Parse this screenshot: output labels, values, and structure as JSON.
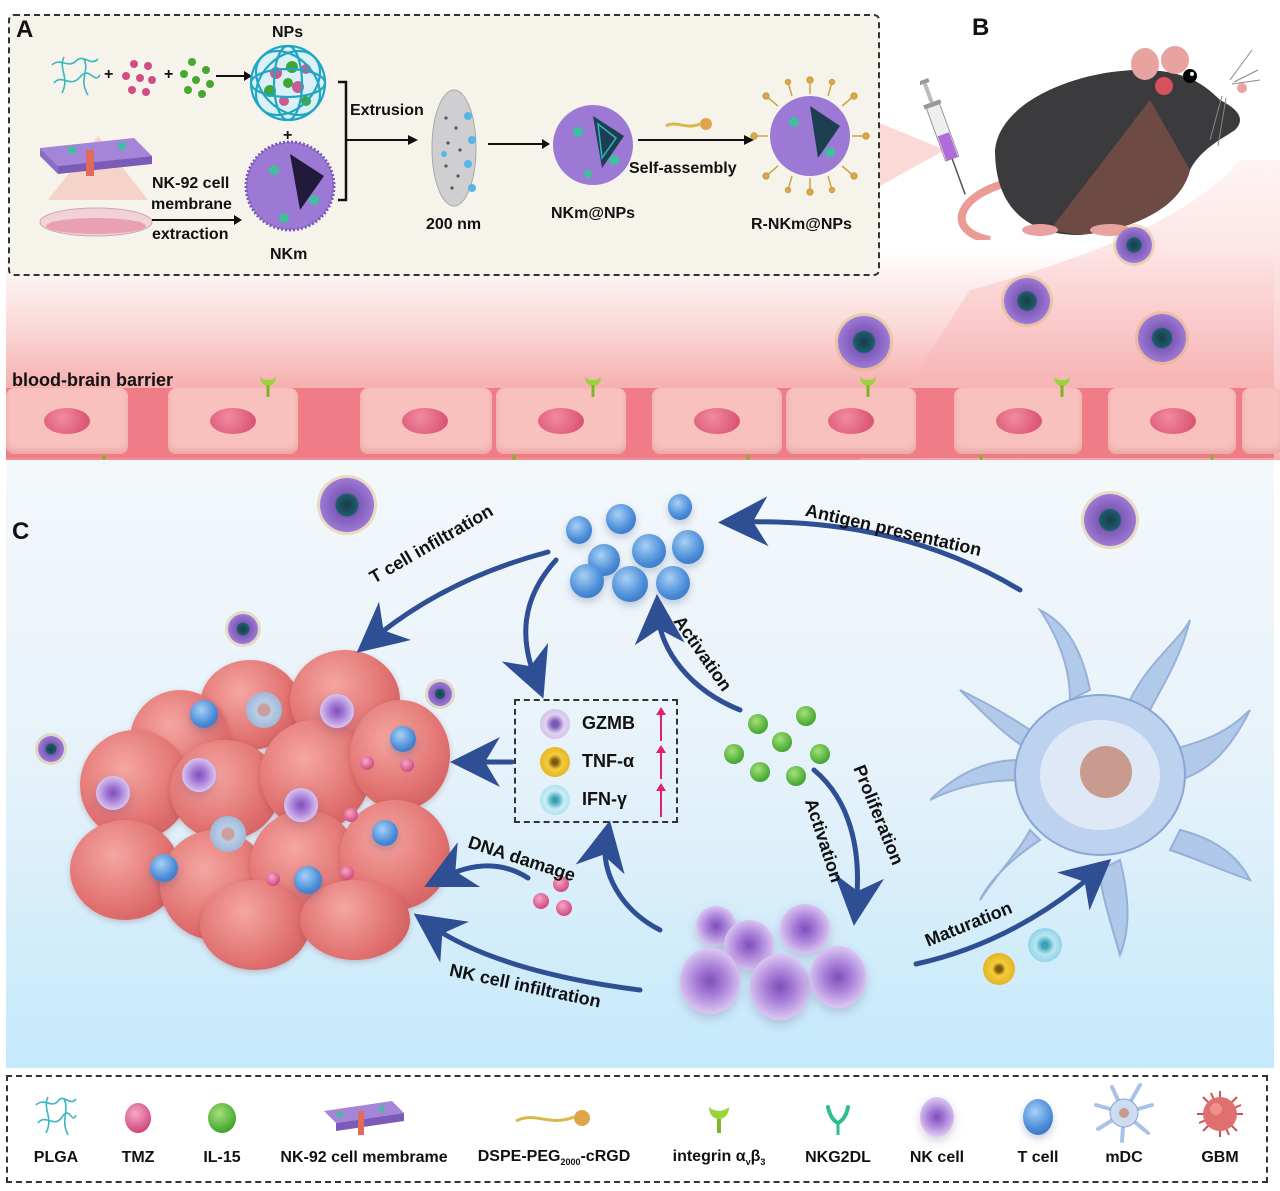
{
  "figure": {
    "panel_labels": {
      "a": "A",
      "b": "B",
      "c": "C"
    }
  },
  "panelA": {
    "nps_label": "NPs",
    "plus_1": "+",
    "plus_2": "+",
    "plus_3": "+",
    "membrane_caption_line1": "NK-92 cell",
    "membrane_caption_line2": "membrane",
    "membrane_caption_line3": "extraction",
    "nkm_label": "NKm",
    "extrusion_label": "Extrusion",
    "pore_size_label": "200 nm",
    "nkm_nps_label": "NKm@NPs",
    "self_assembly_label": "Self-assembly",
    "r_nkm_nps_label": "R-NKm@NPs"
  },
  "panelB": {
    "description": "mouse injected via tail vein"
  },
  "bbb": {
    "label": "blood-brain barrier"
  },
  "panelC": {
    "arrows": {
      "t_cell_infiltration": "T cell infiltration",
      "antigen_presentation": "Antigen presentation",
      "activation_upper": "Activation",
      "activation_lower": "Activation",
      "proliferation": "Proliferation",
      "dna_damage": "DNA damage",
      "nk_cell_infiltration": "NK cell infiltration",
      "maturation": "Maturation"
    },
    "cytokines": [
      {
        "name": "GZMB",
        "trend": "up",
        "color": "#c9b3e6"
      },
      {
        "name": "TNF-α",
        "trend": "up",
        "color": "#f1c232"
      },
      {
        "name": "IFN-γ",
        "trend": "up",
        "color": "#8fd3e6"
      }
    ]
  },
  "legend": {
    "items": [
      {
        "label": "PLGA",
        "icon": "plga-polymer-icon"
      },
      {
        "label": "TMZ",
        "icon": "tmz-sphere-icon"
      },
      {
        "label": "IL-15",
        "icon": "il15-sphere-icon"
      },
      {
        "label": "NK-92 cell membrame",
        "icon": "membrane-sheet-icon"
      },
      {
        "label": "DSPE-PEG",
        "sub": "2000",
        "label_suffix": "-cRGD",
        "icon": "dspe-peg-crgd-icon"
      },
      {
        "label": "integrin α",
        "sub": "v",
        "label_mid": "β",
        "sub2": "3",
        "icon": "integrin-icon"
      },
      {
        "label": "NKG2DL",
        "icon": "nkg2dl-icon"
      },
      {
        "label": "NK cell",
        "icon": "nk-cell-icon"
      },
      {
        "label": "T cell",
        "icon": "t-cell-icon"
      },
      {
        "label": "mDC",
        "icon": "mdc-icon"
      },
      {
        "label": "GBM",
        "icon": "gbm-cell-icon"
      }
    ]
  },
  "colors": {
    "arrow_blue": "#2f4f95",
    "up_arrow_pink": "#e0226b",
    "nk_purple": "#a47ad6",
    "t_cell_blue": "#4d8fd9",
    "il15_green": "#45a830",
    "tmz_pink": "#d14e83",
    "gbm_red": "#e0706f",
    "integrin_green": "#9bd33c",
    "nkg2dl_teal": "#2fbf8f"
  }
}
